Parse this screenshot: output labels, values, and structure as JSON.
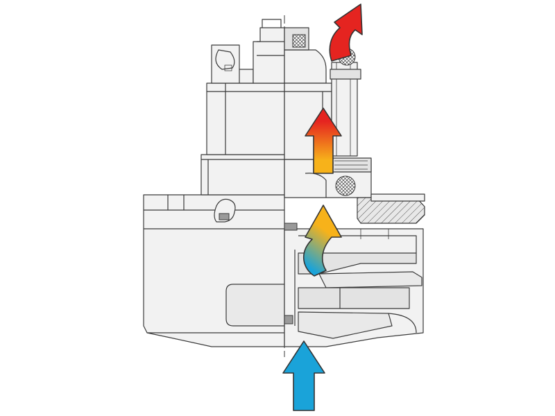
{
  "diagram": {
    "type": "cross-section",
    "subject": "motor-fan-unit",
    "airflow_arrows": [
      {
        "name": "intake",
        "from_color": "#1aa3d9",
        "to_color": "#1aa3d9"
      },
      {
        "name": "fan-outlet",
        "from_color": "#1aa3d9",
        "to_color": "#f7b21a"
      },
      {
        "name": "motor-passage",
        "from_color": "#f7b21a",
        "to_color": "#e52420"
      },
      {
        "name": "exhaust",
        "from_color": "#e52420",
        "to_color": "#e52420"
      }
    ]
  }
}
